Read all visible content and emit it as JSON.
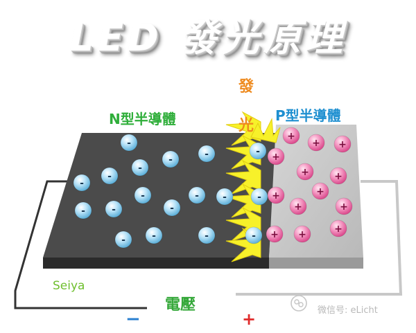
{
  "title": "LED 發光原理",
  "labels": {
    "n_type": "N型半導體",
    "p_type": "P型半導體",
    "light_1": "發",
    "light_2": "光",
    "seiya": "Seiya",
    "voltage": "電壓",
    "minus": "−",
    "plus": "+",
    "watermark": "微信号: eLicht"
  },
  "particles": {
    "electron_symbol": "-",
    "hole_symbol": "+"
  },
  "colors": {
    "n_region": "#4b4b4b",
    "p_region": "#c3c3c3",
    "electron": "#7fc8f0",
    "hole": "#e96aa6",
    "light": "#f7f12a",
    "n_label": "#2fae3a",
    "p_label": "#1e8fd0",
    "light_text": "#ee8a1e"
  }
}
